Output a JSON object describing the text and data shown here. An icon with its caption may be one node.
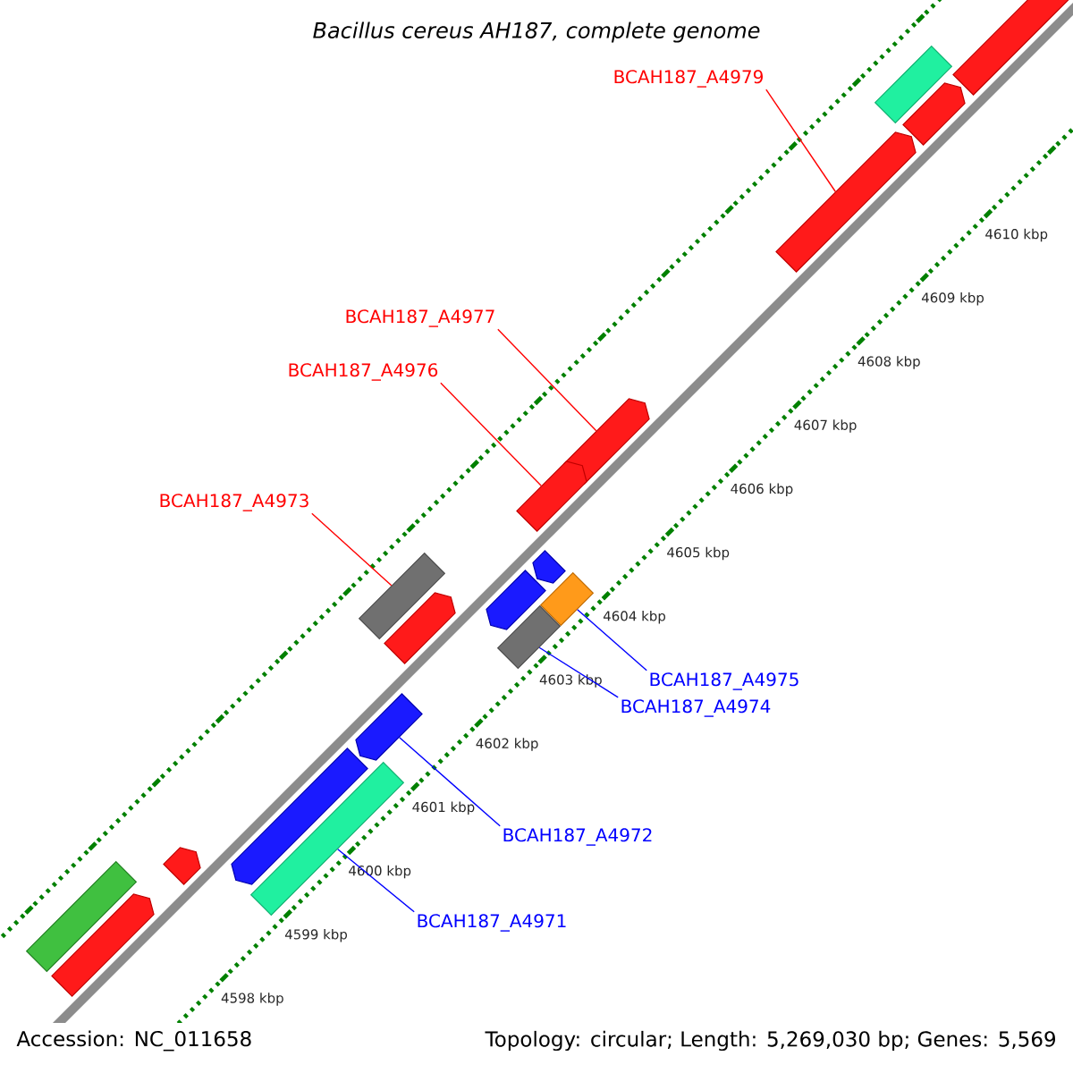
{
  "diagram": {
    "title": "Bacillus cereus AH187, complete genome",
    "nodes": [
      {
        "text": [
          "BCAH187_A4979"
        ]
      },
      {
        "text": [
          "BCAH187_A4977"
        ]
      },
      {
        "text": [
          "BCAH187_A4976"
        ]
      },
      {
        "text": [
          "BCAH187_A4973"
        ]
      },
      {
        "text": [
          "BCAH187_A4975"
        ]
      },
      {
        "text": [
          "BCAH187_A4974"
        ]
      },
      {
        "text": [
          "BCAH187_A4972"
        ]
      },
      {
        "text": [
          "BCAH187_A4971"
        ]
      },
      {
        "text": [],
        "shape": "arrow"
      },
      {
        "text": [],
        "shape": "arrow"
      },
      {
        "text": [],
        "shape": "arrow"
      },
      {
        "text": [],
        "shape": "box"
      },
      {
        "text": [],
        "shape": "box"
      },
      {
        "text": [],
        "shape": "box"
      },
      {
        "text": [],
        "shape": "arrow"
      },
      {
        "text": [],
        "shape": "box"
      },
      {
        "text": [],
        "shape": "arrow"
      },
      {
        "text": [],
        "shape": "arrow"
      },
      {
        "text": [],
        "shape": "box"
      },
      {
        "text": [],
        "shape": "arrow"
      },
      {
        "text": [],
        "shape": "arrow"
      },
      {
        "text": [],
        "shape": "arrow"
      },
      {
        "text": [],
        "shape": "arrow"
      },
      {
        "text": [],
        "shape": "arrow"
      },
      {
        "text": [],
        "shape": "box"
      },
      {
        "text": [],
        "shape": "arrow"
      }
    ],
    "edges": [
      {
        "from": 0,
        "to": 8,
        "arrow": "none",
        "color": "#ff0000"
      },
      {
        "from": 1,
        "to": 9,
        "arrow": "none",
        "color": "#ff0000"
      },
      {
        "from": 2,
        "to": 10,
        "arrow": "none",
        "color": "#ff0000"
      },
      {
        "from": 3,
        "to": 11,
        "arrow": "none",
        "color": "#ff0000"
      },
      {
        "from": 4,
        "to": 12,
        "arrow": "none",
        "color": "#0000ff"
      },
      {
        "from": 5,
        "to": 13,
        "arrow": "none",
        "color": "#0000ff"
      },
      {
        "from": 6,
        "to": 14,
        "arrow": "none",
        "color": "#0000ff"
      },
      {
        "from": 7,
        "to": 15,
        "arrow": "none",
        "color": "#0000ff"
      }
    ],
    "labels": [
      "4610 kbp",
      "4609 kbp",
      "4608 kbp",
      "4607 kbp",
      "4606 kbp",
      "4605 kbp",
      "4604 kbp",
      "4603 kbp",
      "4602 kbp",
      "4601 kbp",
      "4600 kbp",
      "4599 kbp",
      "4598 kbp",
      "Accession: NC_011658",
      "Topology: circular; Length: 5,269,030 bp; Genes: 5,569"
    ]
  }
}
